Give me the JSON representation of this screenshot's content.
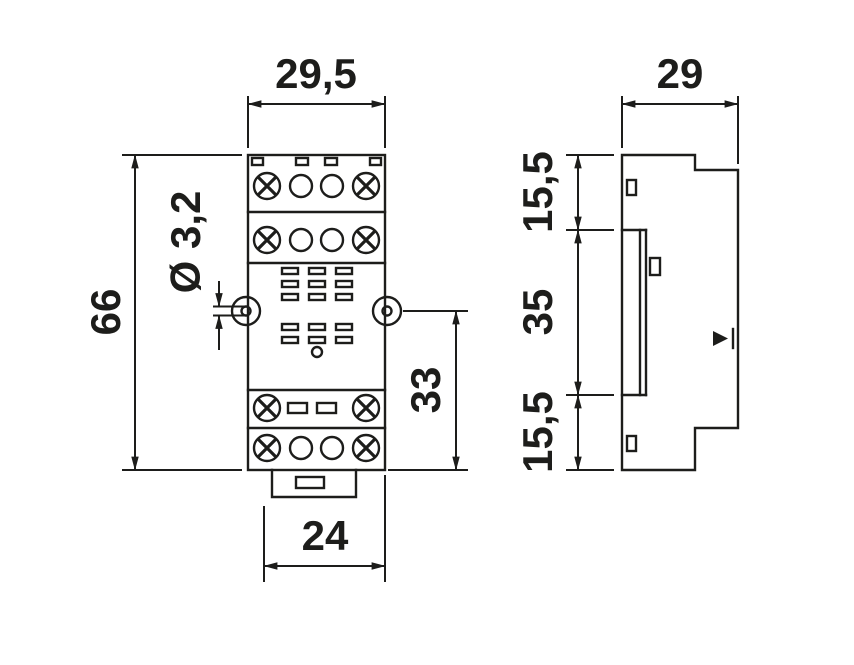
{
  "diagram": {
    "type": "technical-dimension-drawing",
    "subject": "relay-socket-front-and-side-view",
    "colors": {
      "line": "#1d1d1b",
      "background": "#ffffff"
    },
    "dimensions": {
      "front_width": "29,5",
      "front_height": "66",
      "mounting_hole_diameter": "Ø 3,2",
      "front_lower_height": "33",
      "front_bottom_width": "24",
      "side_width": "29",
      "side_top_segment": "15,5",
      "side_middle_segment": "35",
      "side_bottom_segment": "15,5"
    }
  }
}
